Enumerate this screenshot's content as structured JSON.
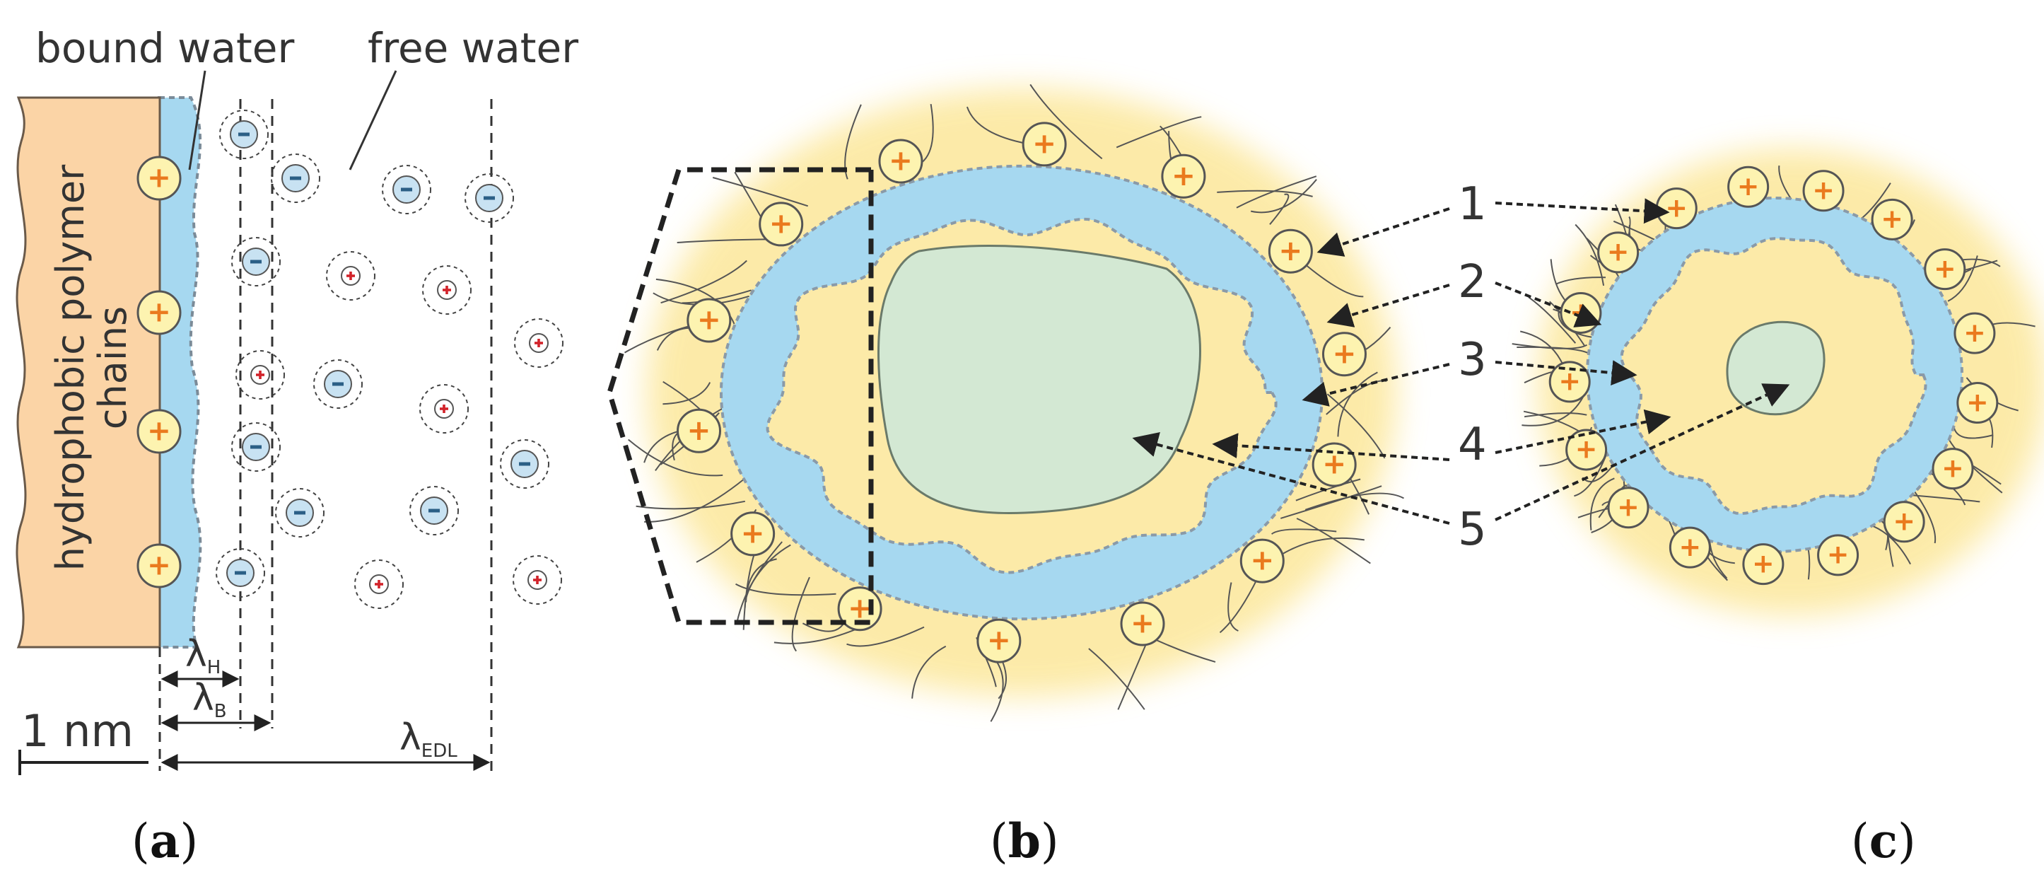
{
  "colors": {
    "polymer": "#fbd4a6",
    "bound_water": "#a6d8f0",
    "shell_glow": "#fce79a",
    "core": "#d3e8d3",
    "charge_face": "#fdf3b0",
    "positive": "#ea7a1e",
    "negative_fill": "#c8e2f2",
    "negative_sign": "#2b5f86",
    "cation_sign": "#d2232a"
  },
  "panel_a": {
    "polymer_label_line1": "hydrophobic polymer",
    "polymer_label_line2": "chains",
    "bound_water_label": "bound water",
    "free_water_label": "free water",
    "lambda": "λ",
    "lambda_h_sub": "H",
    "lambda_b_sub": "B",
    "lambda_edl_sub": "EDL",
    "scale_label": "1 nm",
    "caption": "a"
  },
  "panel_b": {
    "caption": "b"
  },
  "panel_c": {
    "caption": "c"
  },
  "callouts": [
    "1",
    "2",
    "3",
    "4",
    "5"
  ],
  "ion_signs": {
    "positive": "+",
    "negative": "−"
  }
}
